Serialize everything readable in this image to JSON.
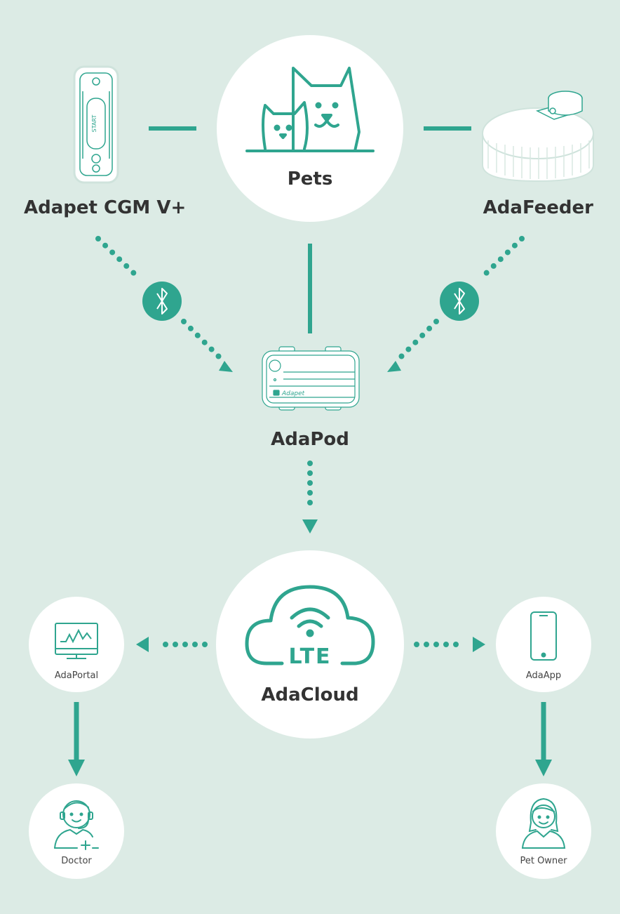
{
  "colors": {
    "background": "#dcebe5",
    "accent": "#2fa58f",
    "circle_fill": "#ffffff",
    "label_text": "#333333"
  },
  "nodes": {
    "pets": {
      "label": "Pets",
      "icon": "cat-and-dog-icon"
    },
    "cgm": {
      "label": "Adapet CGM V+",
      "icon": "glucose-monitor-device-icon"
    },
    "feeder": {
      "label": "AdaFeeder",
      "icon": "pet-feeder-device-icon"
    },
    "adapod": {
      "label": "AdaPod",
      "icon": "hub-device-icon",
      "device_brand": "Adapet"
    },
    "adacloud": {
      "label": "AdaCloud",
      "icon": "lte-cloud-icon",
      "icon_text": "LTE"
    },
    "adaportal": {
      "label": "AdaPortal",
      "icon": "monitor-chart-icon"
    },
    "adaapp": {
      "label": "AdaApp",
      "icon": "smartphone-icon"
    },
    "doctor": {
      "label": "Doctor",
      "icon": "doctor-icon"
    },
    "pet_owner": {
      "label": "Pet Owner",
      "icon": "pet-owner-icon"
    }
  },
  "connections": [
    {
      "from": "cgm",
      "to": "pets",
      "style": "solid"
    },
    {
      "from": "feeder",
      "to": "pets",
      "style": "solid"
    },
    {
      "from": "pets",
      "to": "adapod",
      "style": "solid"
    },
    {
      "from": "cgm",
      "to": "adapod",
      "style": "dotted-arrow",
      "via": "bluetooth-icon"
    },
    {
      "from": "feeder",
      "to": "adapod",
      "style": "dotted-arrow",
      "via": "bluetooth-icon"
    },
    {
      "from": "adapod",
      "to": "adacloud",
      "style": "dotted-arrow"
    },
    {
      "from": "adacloud",
      "to": "adaportal",
      "style": "dotted-arrow"
    },
    {
      "from": "adacloud",
      "to": "adaapp",
      "style": "dotted-arrow"
    },
    {
      "from": "adaportal",
      "to": "doctor",
      "style": "solid-arrow"
    },
    {
      "from": "adaapp",
      "to": "pet_owner",
      "style": "solid-arrow"
    }
  ]
}
